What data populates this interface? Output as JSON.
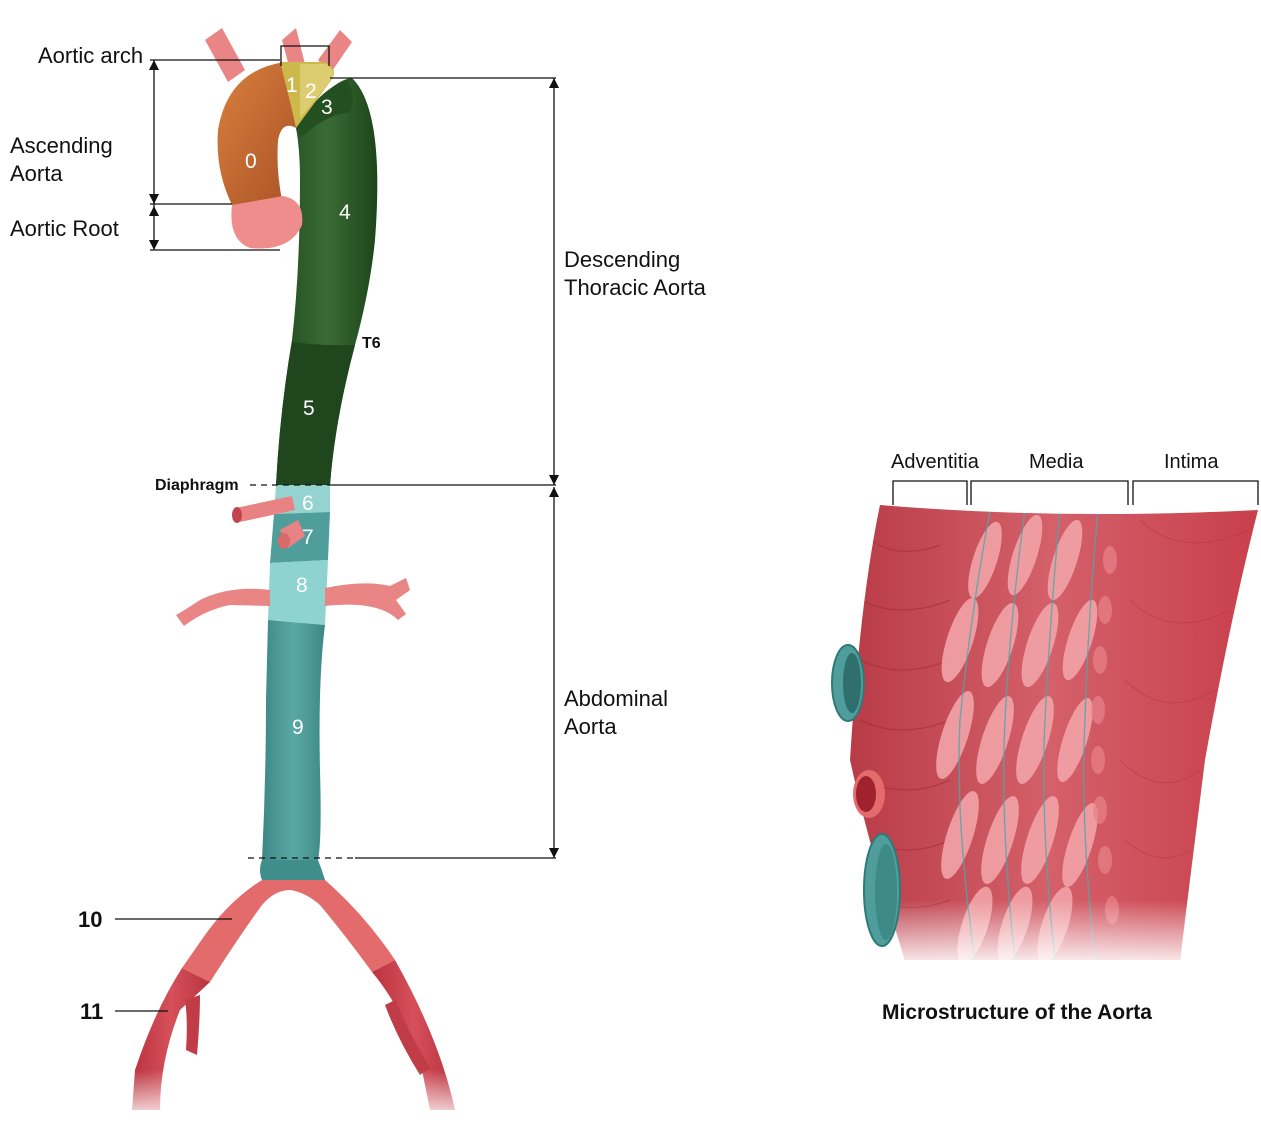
{
  "labels": {
    "aortic_arch": "Aortic arch",
    "ascending_aorta_line1": "Ascending",
    "ascending_aorta_line2": "Aorta",
    "aortic_root": "Aortic Root",
    "descending_line1": "Descending",
    "descending_line2": "Thoracic Aorta",
    "abdominal_line1": "Abdominal",
    "abdominal_line2": "Aorta",
    "t6": "T6",
    "diaphragm": "Diaphragm"
  },
  "segments": [
    "0",
    "1",
    "2",
    "3",
    "4",
    "5",
    "6",
    "7",
    "8",
    "9",
    "10",
    "11"
  ],
  "micro": {
    "adventitia": "Adventitia",
    "media": "Media",
    "intima": "Intima",
    "title": "Microstructure of the Aorta"
  },
  "colors": {
    "ascending": "#c8682f",
    "root": "#ef8a8a",
    "arch_zone": "#c8b84a",
    "descending": "#2e5a2a",
    "abdominal": "#4e9c9a",
    "visceral": "#8fd0cf",
    "iliac": "#e86a6a",
    "tissue": "#c8414d"
  }
}
